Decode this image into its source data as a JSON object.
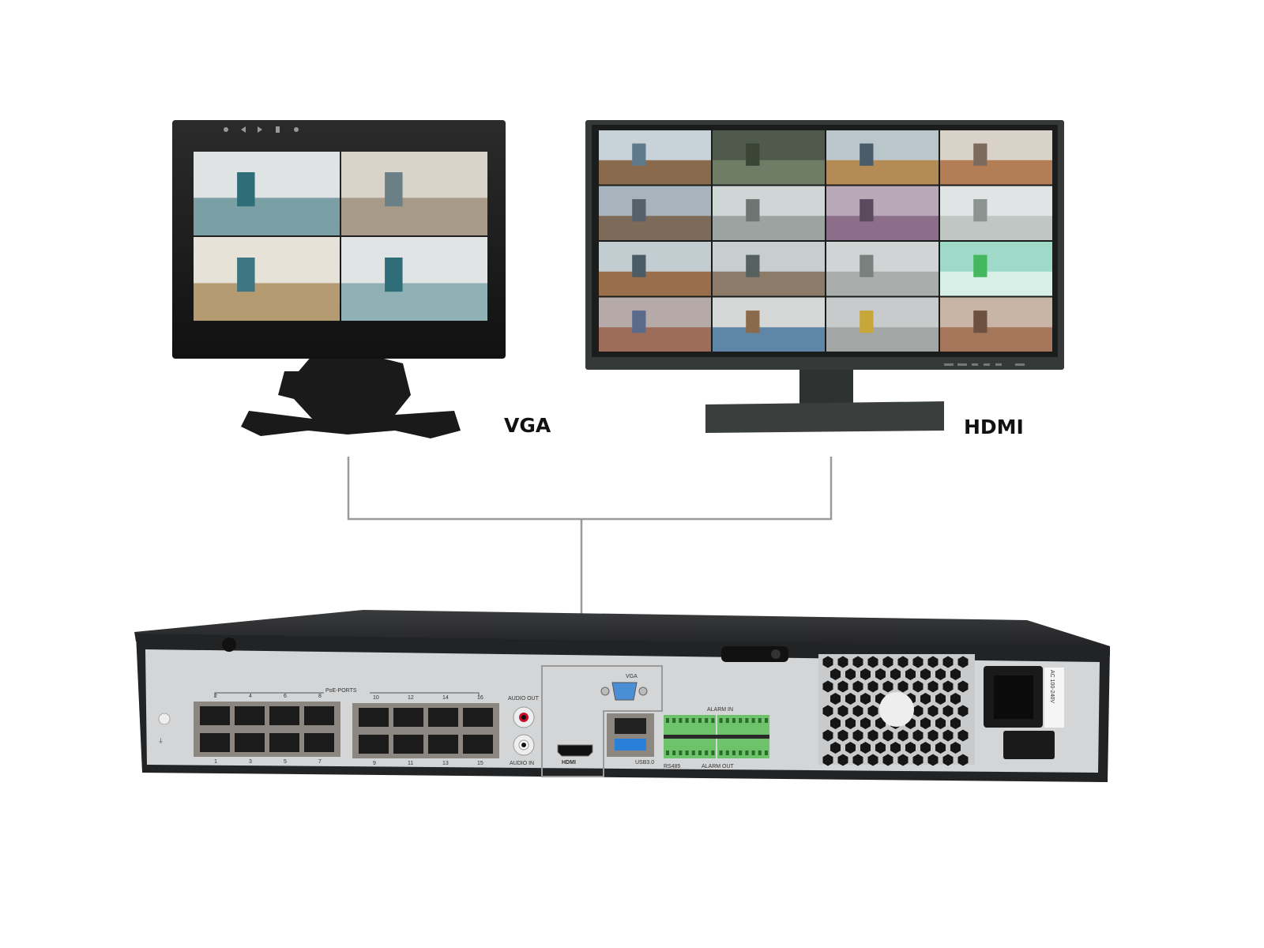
{
  "labels": {
    "vga": "VGA",
    "hdmi": "HDMI"
  },
  "nvr": {
    "poe_ports": "PoE-PORTS",
    "port_top": [
      "2",
      "4",
      "6",
      "8",
      "10",
      "12",
      "14",
      "16"
    ],
    "port_bottom": [
      "1",
      "3",
      "5",
      "7",
      "9",
      "11",
      "13",
      "15"
    ],
    "audio_out": "AUDIO OUT",
    "audio_in": "AUDIO IN",
    "vga": "VGA",
    "hdmi": "HDMI",
    "usb": "USB3.0",
    "alarm_in": "ALARM IN",
    "alarm_out": "ALARM OUT",
    "rs485": "RS485",
    "power": "AC 100-240V"
  },
  "colors": {
    "line": "#9a9a9a",
    "panel": "#d4d5d6",
    "chassis": "#2a2b2d",
    "vga_port": "#4a8fd6",
    "terminal": "#6cc36a"
  }
}
